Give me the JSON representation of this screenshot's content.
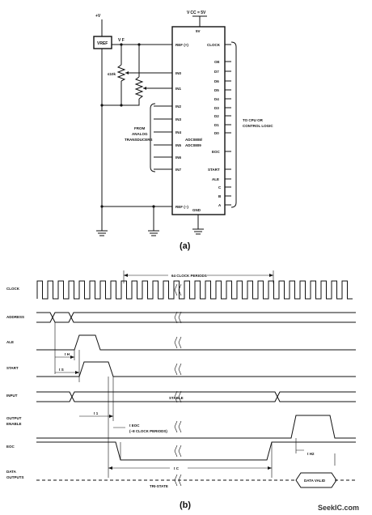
{
  "circuit": {
    "supply": "+V",
    "vcc": "V CC = 5V",
    "vcc_pin": "5V",
    "vref_box": "VREF",
    "vf": "V F",
    "pot": "≤10k",
    "left_pins": [
      "REF (+)",
      "IN0",
      "IN1",
      "IN2",
      "IN3",
      "IN4",
      "IN5",
      "IN6",
      "IN7",
      "REF (−)"
    ],
    "right_pins": [
      "CLOCK",
      "OE",
      "D7",
      "D6",
      "D5",
      "D4",
      "D3",
      "D2",
      "D1",
      "D0",
      "EOC",
      "START",
      "ALE",
      "C",
      "B",
      "A"
    ],
    "chip_name": [
      "ADC0808/",
      "ADC0809"
    ],
    "gnd": "GND",
    "from_label": [
      "FROM",
      "ANALOG",
      "TRANSDUCERS"
    ],
    "to_label": [
      "TO CPU OR",
      "CONTROL LOGIC"
    ],
    "caption": "(a)"
  },
  "timing": {
    "clock_periods": "64 CLOCK PERIODS",
    "signals": [
      "CLOCK",
      "ADDRESS",
      "ALE",
      "START",
      "INPUT",
      "OUTPUT",
      "ENABLE",
      "EOC",
      "DATA",
      "OUTPUTS"
    ],
    "t_s": "t S",
    "t_h": "t H",
    "t_1": "t 1",
    "t_eoc": "t EOC",
    "t_eoc_note": "(~8 CLOCK PERIODS)",
    "t_c": "t C",
    "t_h2": "t H2",
    "stable": "STABLE",
    "tri_state": "TRI-STATE",
    "data_valid": "DATA VALID",
    "caption": "(b)"
  },
  "watermark": "SeekIC.com"
}
